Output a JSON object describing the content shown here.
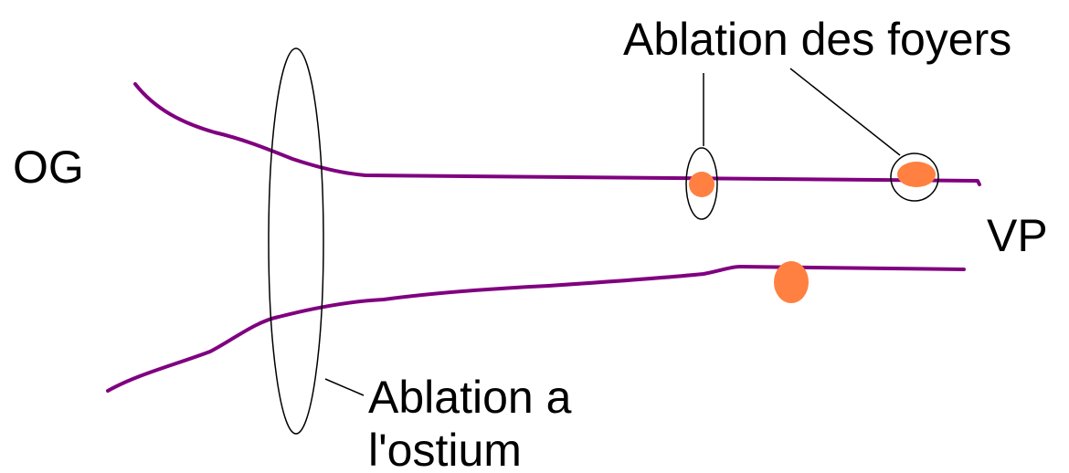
{
  "labels": {
    "left": "OG",
    "right": "VP",
    "top_annotation": "Ablation des foyers",
    "bottom_annotation_line1": "Ablation a",
    "bottom_annotation_line2": "l'ostium"
  },
  "colors": {
    "vein_wall": "#800080",
    "ablation_spot": "#ff8040",
    "outline": "#000000",
    "background": "#ffffff"
  }
}
